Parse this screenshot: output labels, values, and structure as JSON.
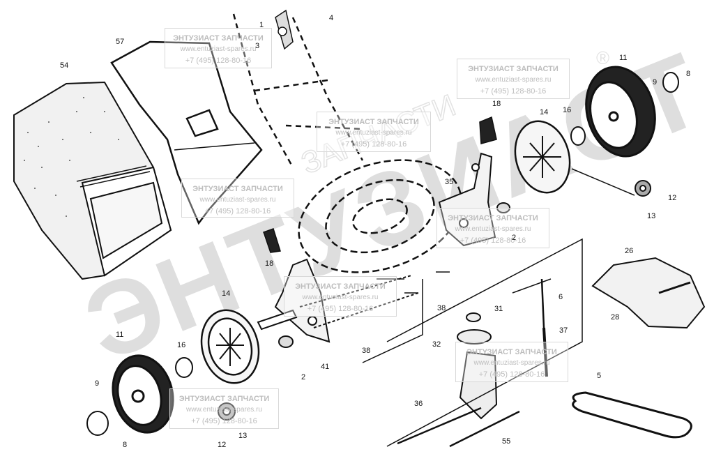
{
  "watermark": {
    "big_text": "ЭНТУЗИАСТ",
    "arc_text": "ЗАПЧАСТИ",
    "registered": "®",
    "box_title": "ЭНТУЗИАСТ ЗАПЧАСТИ",
    "box_url": "www.entuziast-spares.ru",
    "box_phone": "+7 (495) 128-80-16"
  },
  "part_labels": {
    "p1": "1",
    "p2a": "2",
    "p2b": "2",
    "p3": "3",
    "p4": "4",
    "p5": "5",
    "p6": "6",
    "p8a": "8",
    "p8b": "8",
    "p9a": "9",
    "p9b": "9",
    "p11a": "11",
    "p11b": "11",
    "p12a": "12",
    "p12b": "12",
    "p13a": "13",
    "p13b": "13",
    "p14a": "14",
    "p14b": "14",
    "p16a": "16",
    "p16b": "16",
    "p18a": "18",
    "p18b": "18",
    "p26": "26",
    "p28": "28",
    "p31": "31",
    "p32": "32",
    "p35": "35",
    "p36": "36",
    "p37": "37",
    "p38a": "38",
    "p38b": "38",
    "p41": "41",
    "p54": "54",
    "p55": "55",
    "p57": "57"
  }
}
